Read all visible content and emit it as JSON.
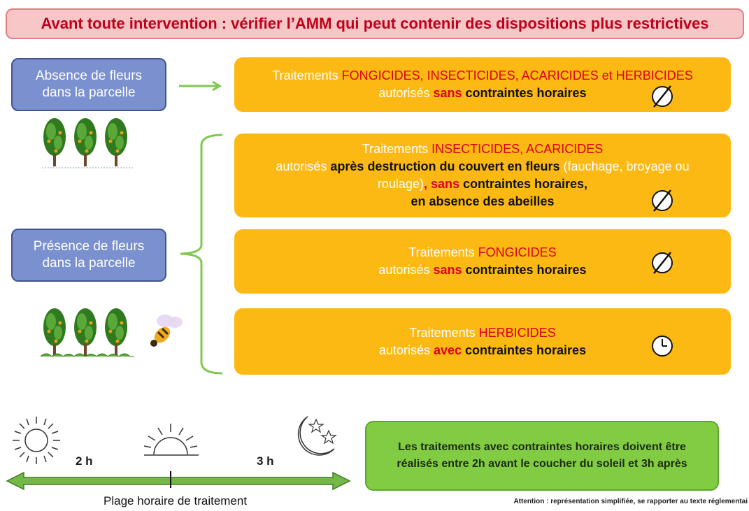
{
  "banner": {
    "text": "Avant toute intervention : vérifier l’AMM qui peut contenir des dispositions plus restrictives"
  },
  "conditions": [
    {
      "line1": "Absence de fleurs",
      "line2": "dans la parcelle"
    },
    {
      "line1": "Présence de fleurs",
      "line2": "dans la parcelle"
    }
  ],
  "rules": {
    "r1": {
      "a": "Traitements ",
      "b": "FONGICIDES, INSECTICIDES, ACARICIDES et HERBICIDES",
      "c": "autorisés ",
      "d": "sans",
      "e": " contraintes horaires",
      "icon": "clock-crossed-icon"
    },
    "r2": {
      "a": "Traitements ",
      "b": "INSECTICIDES, ACARICIDES",
      "c": "autorisés ",
      "d": "après destruction du couvert en fleurs",
      "e": " (fauchage, broyage ou",
      "f": "roulage)",
      "g": ", sans",
      "h": " contraintes horaires,",
      "i": "en absence des abeilles",
      "icon": "clock-crossed-icon"
    },
    "r3": {
      "a": "Traitements ",
      "b": "FONGICIDES",
      "c": "autorisés ",
      "d": "sans",
      "e": " contraintes horaires",
      "icon": "clock-crossed-icon"
    },
    "r4": {
      "a": "Traitements ",
      "b": "HERBICIDES",
      "c": "autorisés ",
      "d": "avec",
      "e": " contraintes horaires",
      "icon": "clock-icon"
    }
  },
  "timeline": {
    "before": "2 h",
    "after": "3 h",
    "caption": "Plage horaire de traitement"
  },
  "note": {
    "line1": "Les traitements avec contraintes horaires doivent être",
    "line2": "réalisés entre 2h avant le coucher du soleil et 3h après"
  },
  "footnote": "Attention : représentation simplifiée, se rapporter au texte réglementai",
  "colors": {
    "banner_bg": "#f7c6c6",
    "banner_text": "#c0001a",
    "condition_bg": "#7a90cf",
    "rule_bg": "#fdb913",
    "highlight_red": "#d9001b",
    "connector_green": "#7ec850",
    "note_bg": "#82cc43"
  }
}
